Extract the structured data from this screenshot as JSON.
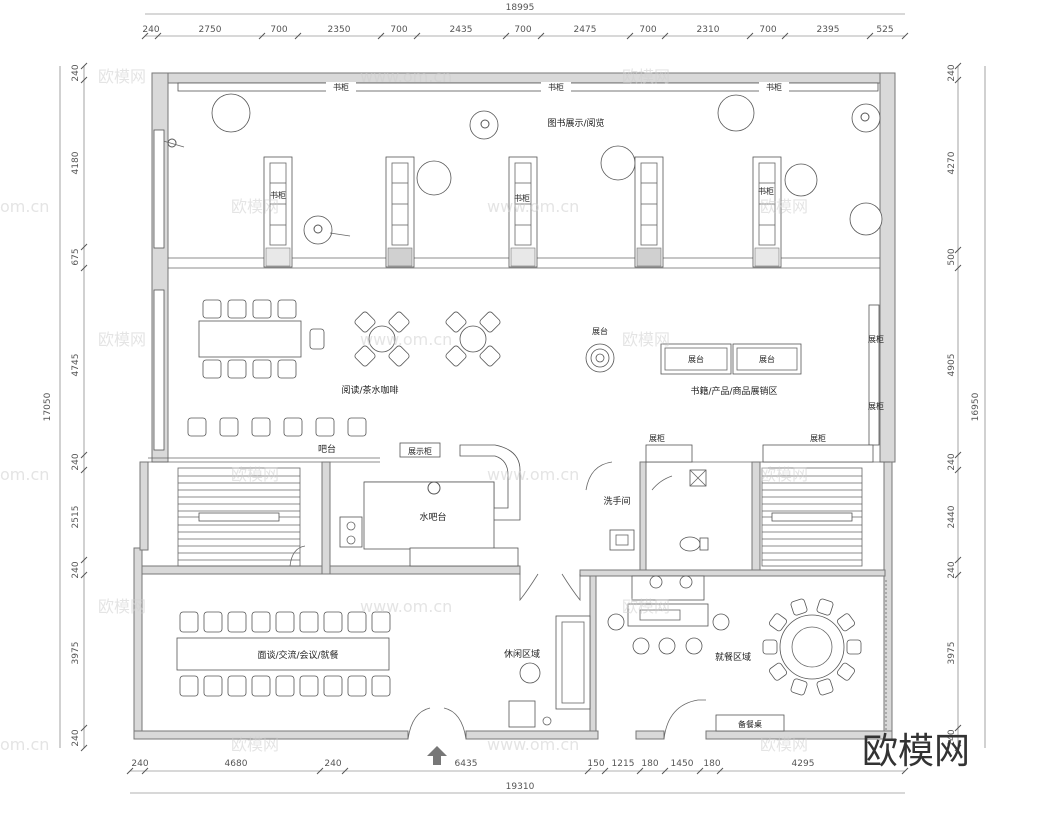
{
  "top_dims": {
    "total": "18995",
    "segments": [
      "240",
      "2750",
      "700",
      "2350",
      "700",
      "2435",
      "700",
      "2475",
      "700",
      "2310",
      "700",
      "2395",
      "525"
    ]
  },
  "bottom_dims": {
    "total": "19310",
    "segments": [
      "240",
      "4680",
      "240",
      "6435",
      "150",
      "1215",
      "180",
      "1450",
      "180",
      "4295"
    ]
  },
  "left_dims": {
    "total": "17050",
    "segments": [
      "240",
      "4180",
      "675",
      "4745",
      "240",
      "2515",
      "240",
      "3975",
      "240"
    ]
  },
  "right_dims": {
    "total": "16950",
    "segments": [
      "240",
      "4270",
      "500",
      "4905",
      "240",
      "2440",
      "240",
      "3975",
      "240"
    ]
  },
  "labels": {
    "bookshelf": "书柜",
    "book_display": "图书展示/阅览",
    "reading_tea": "阅读/茶水咖啡",
    "display_stand": "展台",
    "display_cabinet": "展示柜",
    "book_products": "书籍/产品/商品展销区",
    "cabinet": "展柜",
    "bar": "吧台",
    "water_bar": "水吧台",
    "washroom": "洗手间",
    "meeting": "面谈/交流/会议/就餐",
    "rest_area": "休闲区域",
    "dining_area": "就餐区域",
    "side_table": "备餐桌"
  },
  "watermarks": {
    "logo": "欧模网",
    "url": "www.om.cn",
    "url_short": "om.cn"
  }
}
